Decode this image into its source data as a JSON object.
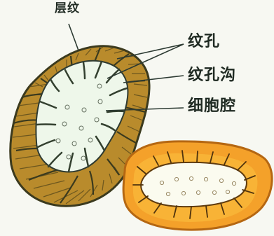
{
  "diagram": {
    "labels": {
      "layers": "层纹",
      "pit": "纹孔",
      "pit_canal": "纹孔沟",
      "cell_lumen": "细胞腔"
    }
  },
  "colors": {
    "background": "#f7f8f2",
    "cell_wall_fill": "#b98b2c",
    "cell_wall_dark": "#3b3a1e",
    "lumen_fill": "#eef7ea",
    "second_cell_fill": "#f4a12a",
    "second_cell_inner": "#fbfbef",
    "leader_line": "#2c3a32"
  },
  "icons": {
    "stone_cell_layered": "stone-cell-icon",
    "stone_cell_cross_section": "stone-cell-icon"
  }
}
